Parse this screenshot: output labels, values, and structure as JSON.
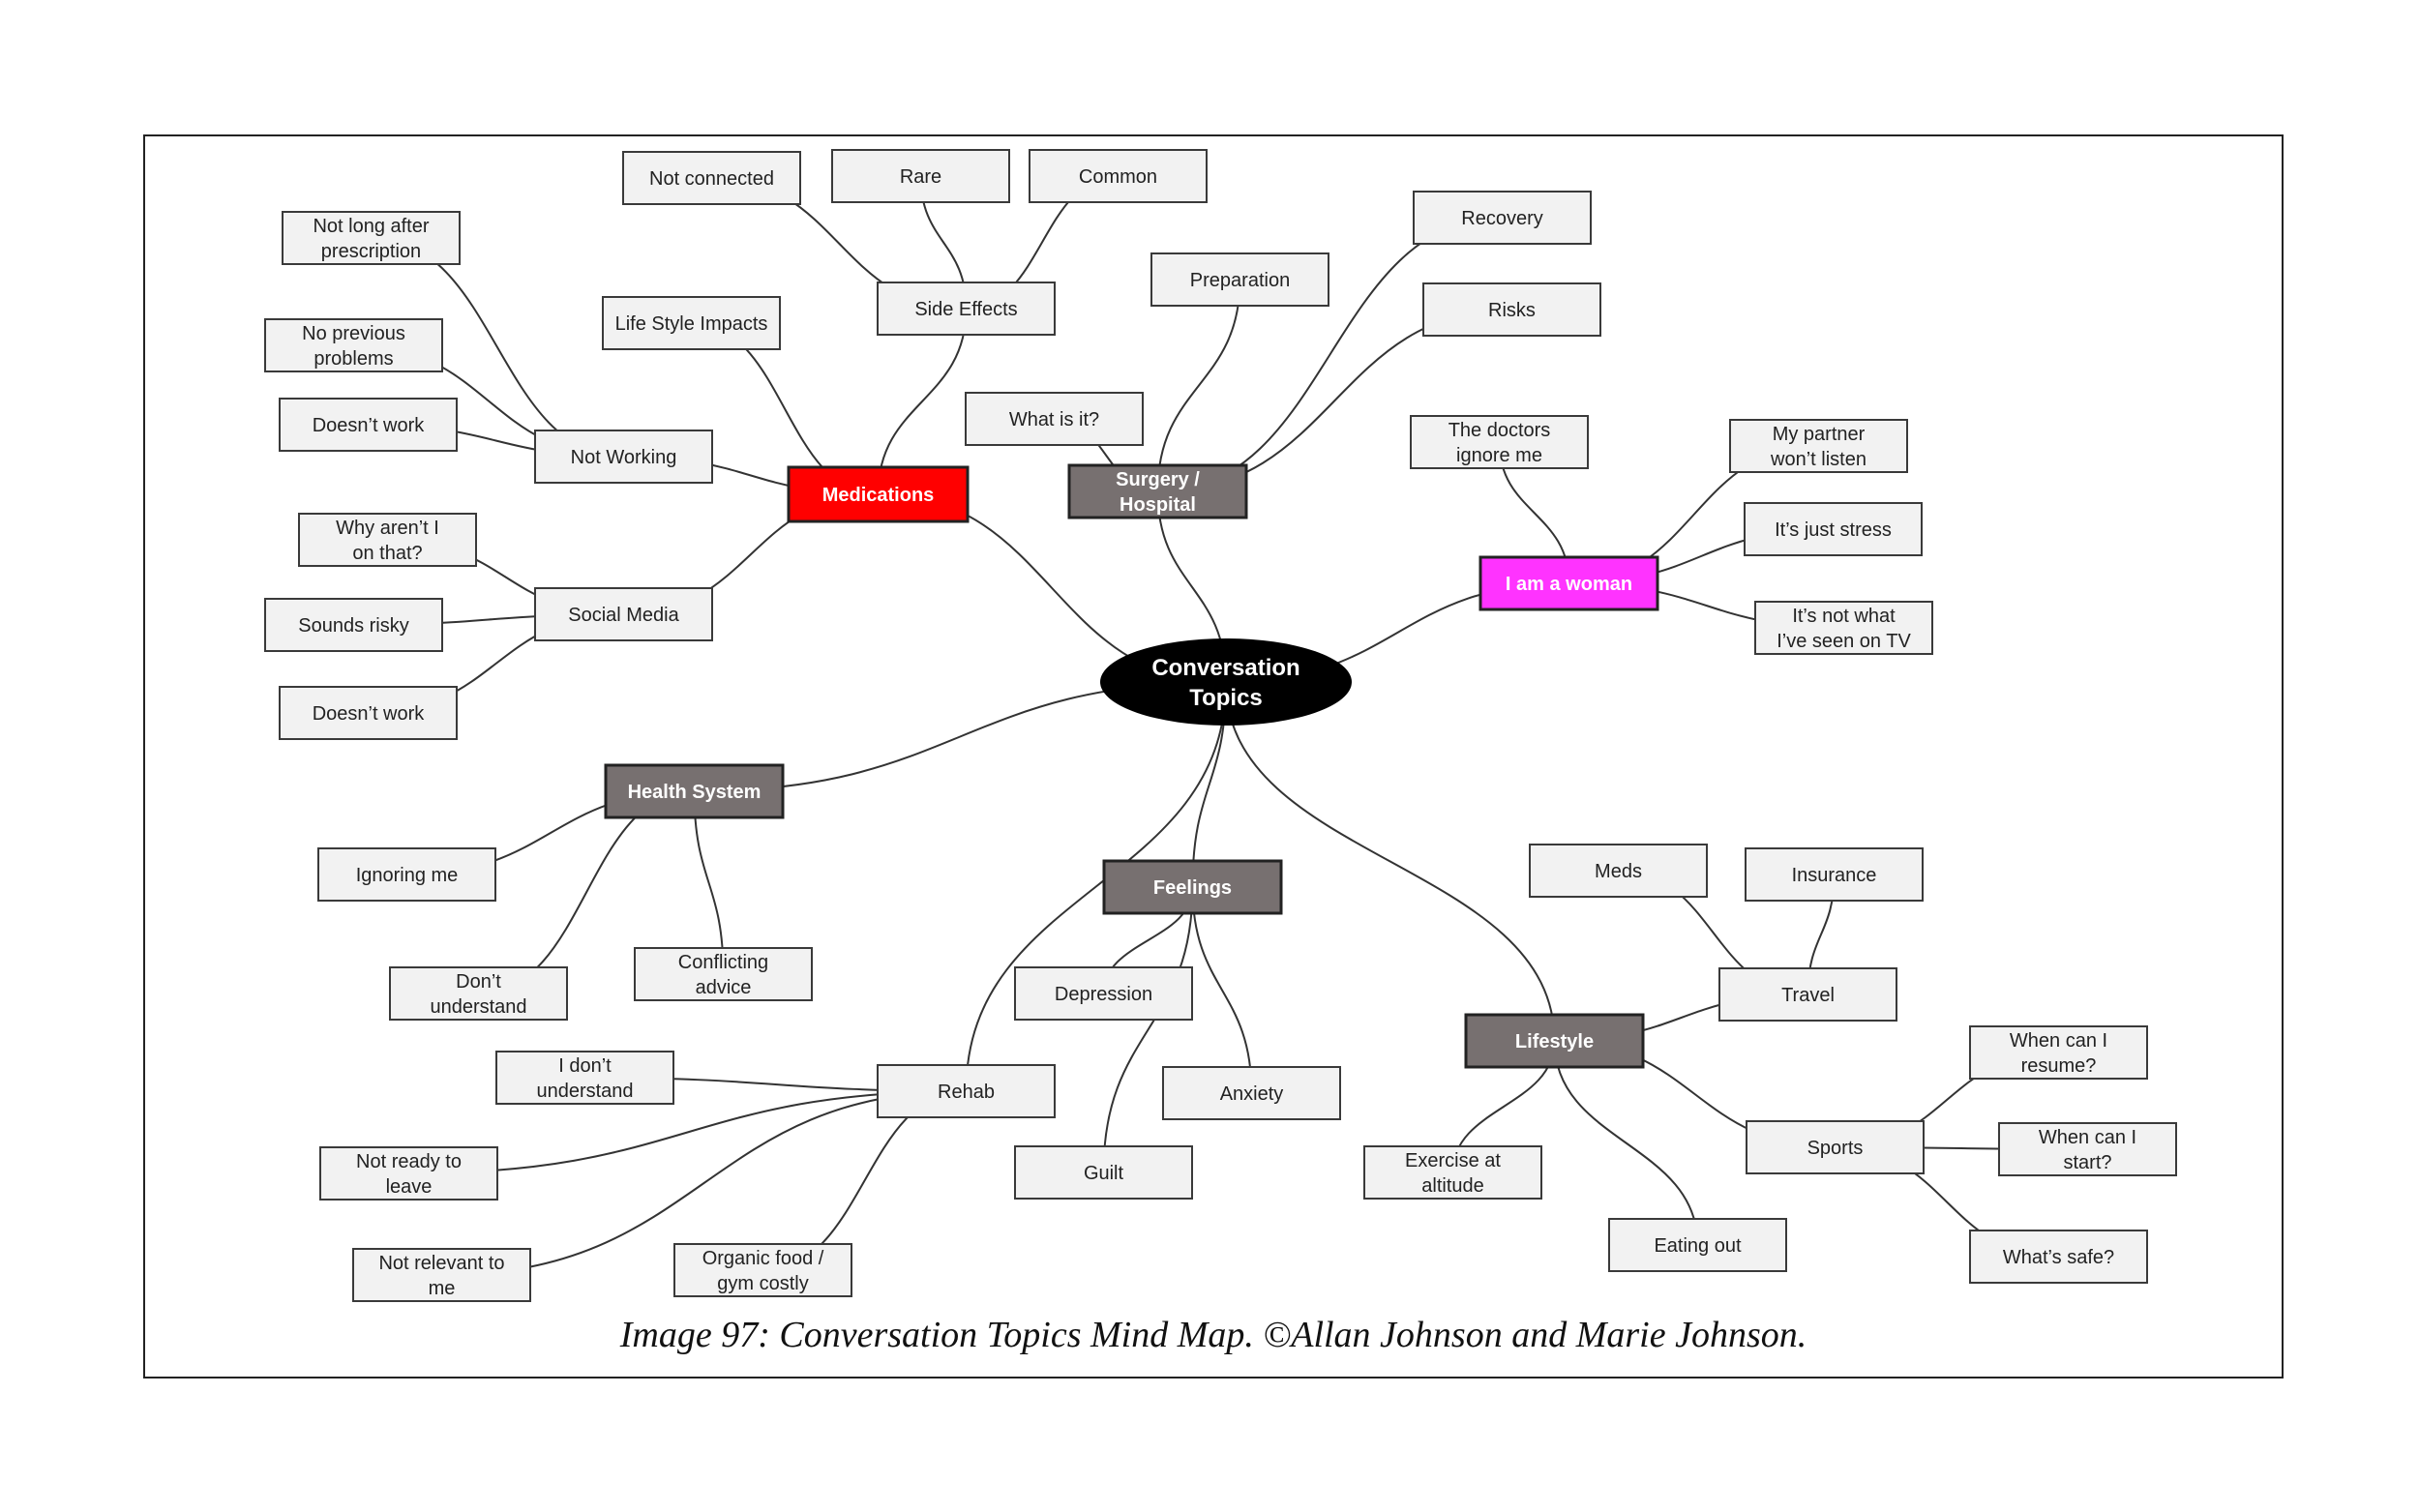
{
  "root": "Conversation Topics",
  "caption": "Image 97: Conversation Topics Mind Map. ©Allan Johnson and Marie Johnson.",
  "colors": {
    "medications": "#ff0000",
    "woman": "#ff33ff",
    "gray_hub": "#777070",
    "leaf_fill": "#f2f2f2",
    "root_fill": "#000000"
  },
  "hubs": {
    "medications": "Medications",
    "surgery": "Surgery / Hospital",
    "woman": "I am a woman",
    "health_system": "Health System",
    "feelings": "Feelings",
    "lifestyle": "Lifestyle"
  },
  "mid": {
    "side_effects": "Side Effects",
    "not_working": "Not Working",
    "social_media": "Social Media",
    "rehab": "Rehab",
    "travel": "Travel",
    "sports": "Sports"
  },
  "leaves": {
    "not_connected": "Not connected",
    "rare": "Rare",
    "common": "Common",
    "life_style_impacts": "Life Style Impacts",
    "not_long_after": "Not long after prescription",
    "no_previous": "No previous problems",
    "doesnt_work_1": "Doesn’t work",
    "why_arent": "Why aren’t I on that?",
    "sounds_risky": "Sounds risky",
    "doesnt_work_2": "Doesn’t work",
    "preparation": "Preparation",
    "recovery": "Recovery",
    "risks": "Risks",
    "what_is_it": "What is it?",
    "doctors_ignore": "The doctors ignore me",
    "partner_listen": "My partner won’t listen",
    "just_stress": "It’s just stress",
    "not_tv": "It’s not what I’ve seen on TV",
    "ignoring_me": "Ignoring me",
    "dont_understand": "Don’t understand",
    "conflicting": "Conflicting advice",
    "i_dont_understand": "I don’t understand",
    "not_ready": "Not ready to leave",
    "not_relevant": "Not relevant to me",
    "organic_food": "Organic food / gym costly",
    "depression": "Depression",
    "anxiety": "Anxiety",
    "guilt": "Guilt",
    "meds": "Meds",
    "insurance": "Insurance",
    "exercise": "Exercise at altitude",
    "eating_out": "Eating out",
    "when_resume": "When can I resume?",
    "when_start": "When can I start?",
    "whats_safe": "What’s safe?"
  }
}
